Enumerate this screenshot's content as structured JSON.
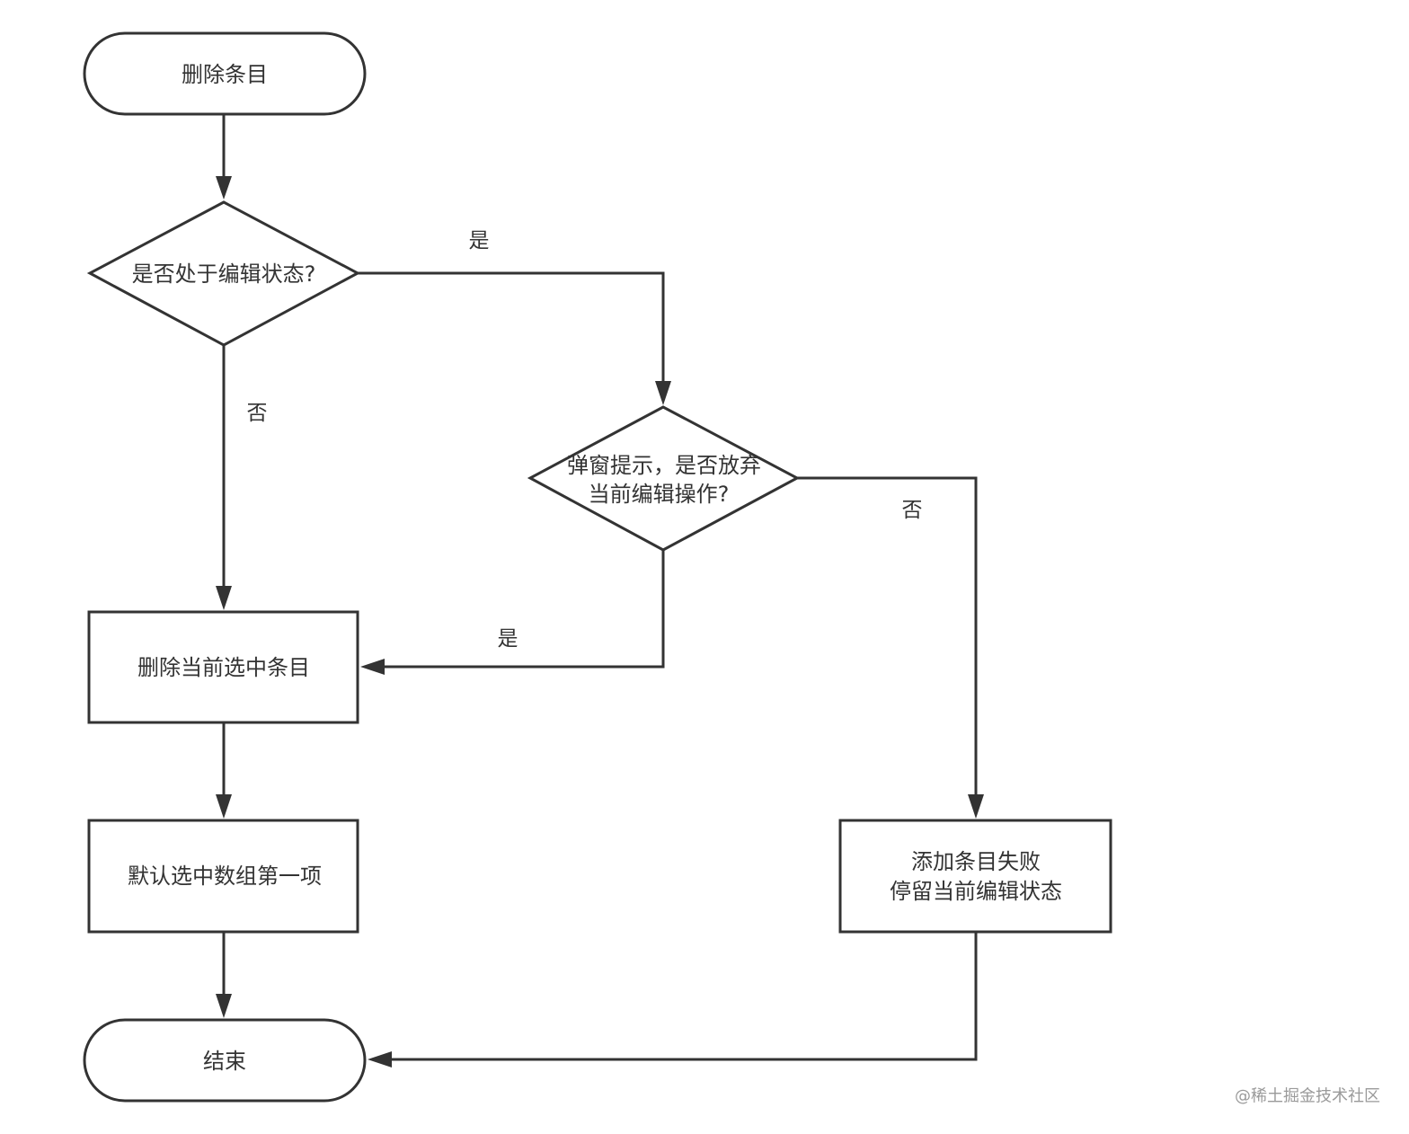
{
  "nodes": {
    "start": {
      "label": "删除条目"
    },
    "decision_editing": {
      "label": "是否处于编辑状态?"
    },
    "decision_popup": {
      "lines": [
        "弹窗提示，是否放弃",
        "当前编辑操作?"
      ]
    },
    "delete_selected": {
      "label": "删除当前选中条目"
    },
    "select_first": {
      "label": "默认选中数组第一项"
    },
    "add_failed": {
      "lines": [
        "添加条目失败",
        "停留当前编辑状态"
      ]
    },
    "end": {
      "label": "结束"
    }
  },
  "edges": {
    "editing_yes": {
      "label": "是"
    },
    "editing_no": {
      "label": "否"
    },
    "popup_yes": {
      "label": "是"
    },
    "popup_no": {
      "label": "否"
    }
  },
  "watermark": "@稀土掘金技术社区"
}
